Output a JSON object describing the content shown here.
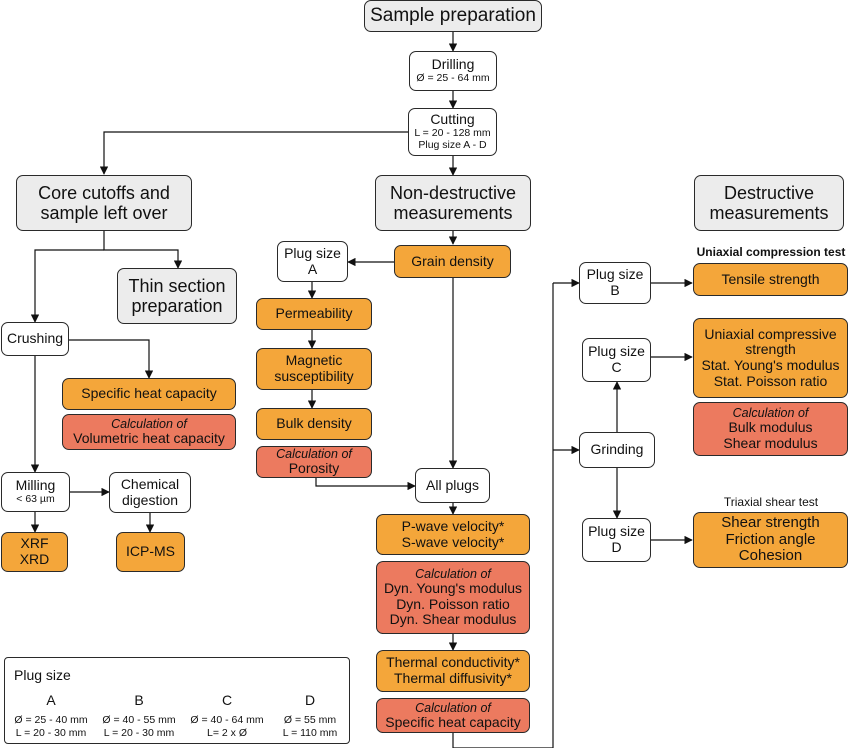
{
  "nodes": {
    "sample_preparation": "Sample preparation",
    "drilling": {
      "title": "Drilling",
      "detail": "Ø = 25 - 64 mm"
    },
    "cutting": {
      "title": "Cutting",
      "detail1": "L = 20 - 128 mm",
      "detail2": "Plug size A - D"
    },
    "core_cutoffs": {
      "line1": "Core cutoffs and",
      "line2": "sample left over"
    },
    "non_destructive": {
      "line1": "Non-destructive",
      "line2": "measurements"
    },
    "destructive": {
      "line1": "Destructive",
      "line2": "measurements"
    },
    "thin_section": {
      "line1": "Thin section",
      "line2": "preparation"
    },
    "crushing": "Crushing",
    "specific_heat_left": "Specific heat capacity",
    "volumetric": {
      "calc": "Calculation of",
      "label": "Volumetric heat capacity"
    },
    "milling": {
      "title": "Milling",
      "detail": "< 63 µm"
    },
    "chemical_digestion": {
      "line1": "Chemical",
      "line2": "digestion"
    },
    "xrf_xrd": {
      "line1": "XRF",
      "line2": "XRD"
    },
    "icp_ms": "ICP-MS",
    "plug_size_a": {
      "line1": "Plug size",
      "line2": "A"
    },
    "grain_density": "Grain density",
    "permeability": "Permeability",
    "magnetic": {
      "line1": "Magnetic",
      "line2": "susceptibility"
    },
    "bulk_density": "Bulk density",
    "porosity": {
      "calc": "Calculation of",
      "label": "Porosity"
    },
    "all_plugs": "All plugs",
    "wave_velocity": {
      "line1": "P-wave velocity*",
      "line2": "S-wave velocity*"
    },
    "dyn_moduli": {
      "calc": "Calculation of",
      "line1": "Dyn. Young's modulus",
      "line2": "Dyn. Poisson ratio",
      "line3": "Dyn. Shear modulus"
    },
    "thermal": {
      "line1": "Thermal conductivity*",
      "line2": "Thermal diffusivity*"
    },
    "specific_heat_right": {
      "calc": "Calculation of",
      "label": "Specific heat capacity"
    },
    "plug_size_b": {
      "line1": "Plug size",
      "line2": "B"
    },
    "tensile_strength": "Tensile strength",
    "plug_size_c": {
      "line1": "Plug size",
      "line2": "C"
    },
    "ucs": {
      "line1": "Uniaxial compressive",
      "line2": "strength",
      "line3": "Stat. Young's modulus",
      "line4": "Stat. Poisson ratio"
    },
    "bulk_shear": {
      "calc": "Calculation of",
      "line1": "Bulk modulus",
      "line2": "Shear modulus"
    },
    "grinding": "Grinding",
    "plug_size_d": {
      "line1": "Plug size",
      "line2": "D"
    },
    "shear": {
      "line1": "Shear strength",
      "line2": "Friction angle",
      "line3": "Cohesion"
    }
  },
  "notes": {
    "uniaxial_test": "Uniaxial compression test",
    "triaxial_test": "Triaxial shear test"
  },
  "legend": {
    "title": "Plug size",
    "columns": [
      {
        "letter": "A",
        "diameter": "Ø = 25 - 40 mm",
        "length": "L = 20 - 30 mm"
      },
      {
        "letter": "B",
        "diameter": "Ø = 40 - 55 mm",
        "length": "L = 20 - 30 mm"
      },
      {
        "letter": "C",
        "diameter": "Ø = 40 - 64 mm",
        "length": "L= 2 x Ø"
      },
      {
        "letter": "D",
        "diameter": "Ø = 55 mm",
        "length": "L = 110 mm"
      }
    ]
  },
  "colors": {
    "measurement_fill": "#f4a63a",
    "calculation_fill": "#ec7a5f",
    "category_fill": "#ececec",
    "step_fill": "#ffffff"
  }
}
